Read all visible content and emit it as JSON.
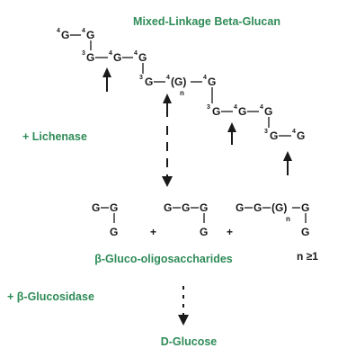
{
  "title": "Mixed-Linkage Beta-Glucan",
  "enzyme_1": "+ Lichenase",
  "enzyme_2": "+ β-Glucosidase",
  "product_1": "β-Gluco-oligosaccharides",
  "product_2": "D-Glucose",
  "residue": "G",
  "linkage_1_4": "4",
  "linkage_1_3": "3",
  "repeat_unit": "(G)",
  "repeat_var": "n",
  "plus": "+",
  "condition": "n ≥1",
  "colors": {
    "accent": "#2e8b57",
    "ink": "#1a1a1a"
  }
}
